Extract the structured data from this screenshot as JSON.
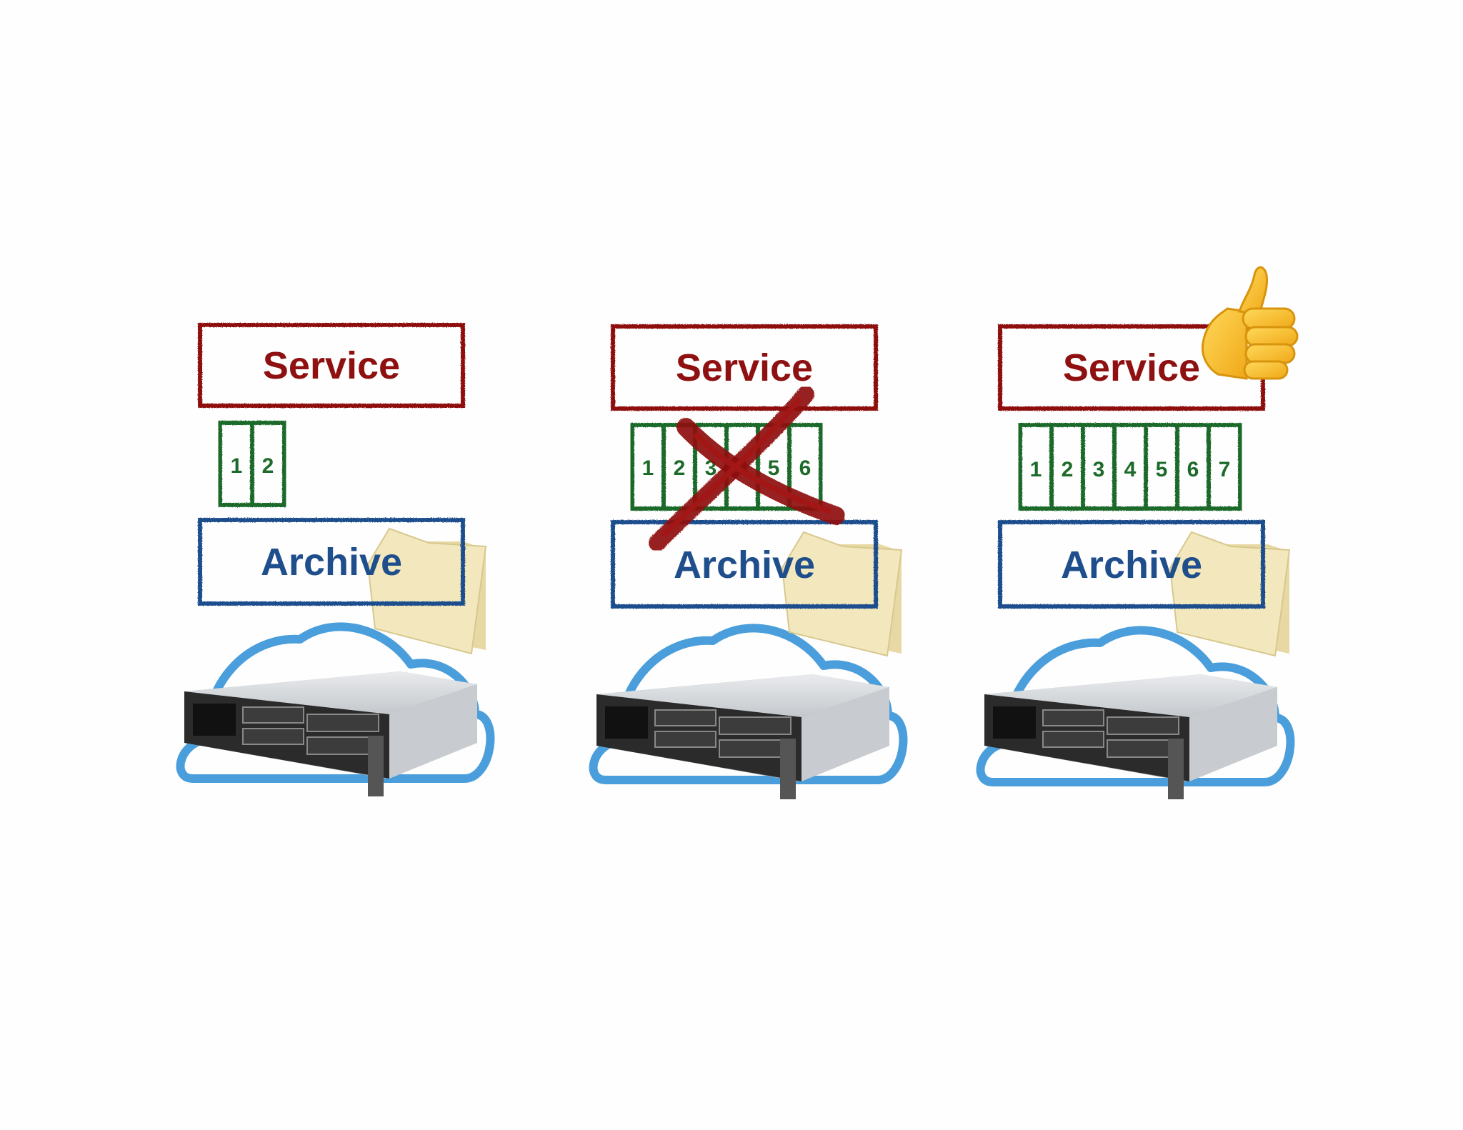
{
  "colors": {
    "service": "#8e1010",
    "archive": "#1f4e8c",
    "slot": "#1d6b2a",
    "cloud": "#4a9edb",
    "folder": "#f2e6b8",
    "folder_edge": "#cfc08a",
    "cross": "#8e1010",
    "thumb": "#f7c23a",
    "server_top": "#d7dadd",
    "server_front": "#2b2b2b"
  },
  "panels": [
    {
      "service_label": "Service",
      "archive_label": "Archive",
      "slots": [
        "1",
        "2"
      ],
      "status": "none",
      "status_icon": ""
    },
    {
      "service_label": "Service",
      "archive_label": "Archive",
      "slots": [
        "1",
        "2",
        "3",
        "4",
        "5",
        "6"
      ],
      "status": "rejected",
      "status_icon": "red-x-cross-icon"
    },
    {
      "service_label": "Service",
      "archive_label": "Archive",
      "slots": [
        "1",
        "2",
        "3",
        "4",
        "5",
        "6",
        "7"
      ],
      "status": "approved",
      "status_icon": "thumbs-up-icon"
    }
  ]
}
